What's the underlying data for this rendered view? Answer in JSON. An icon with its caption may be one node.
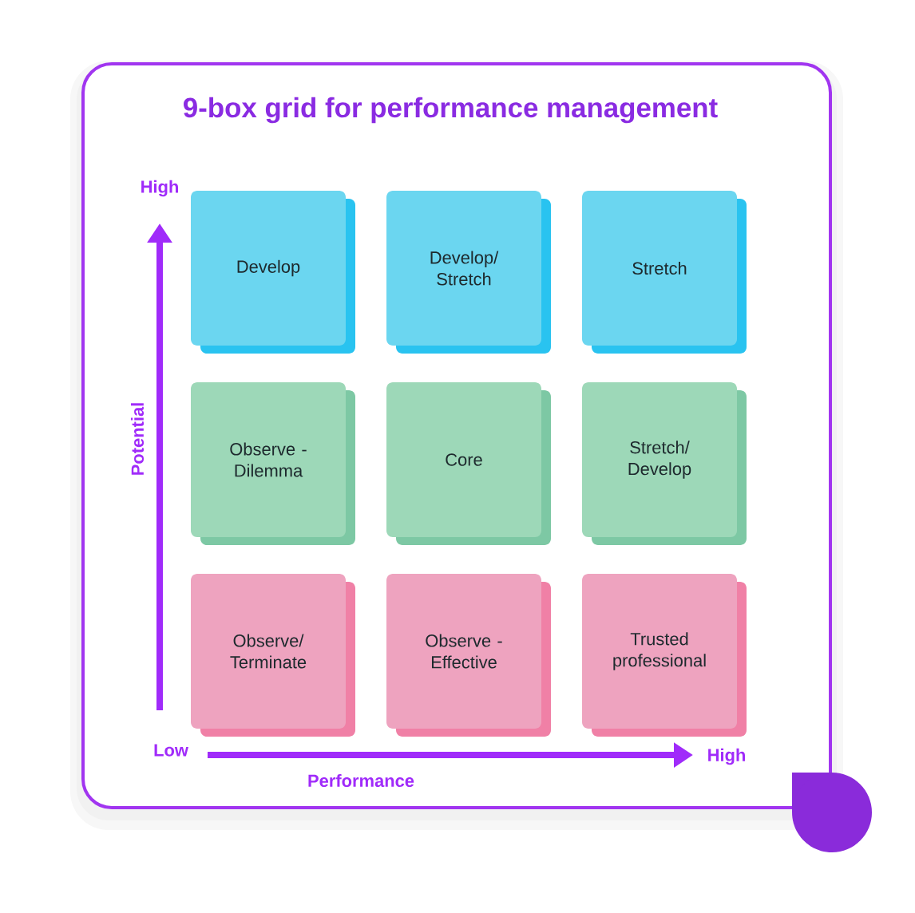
{
  "diagram": {
    "title": "9-box grid for performance management",
    "nodes": [
      {
        "text": [
          "Develop"
        ]
      },
      {
        "text": [
          "Develop/ Stretch"
        ]
      },
      {
        "text": [
          "Stretch"
        ]
      },
      {
        "text": [
          "Observe - Dilemma"
        ]
      },
      {
        "text": [
          "Core"
        ]
      },
      {
        "text": [
          "Stretch/ Develop"
        ]
      },
      {
        "text": [
          "Observe/ Terminate"
        ]
      },
      {
        "text": [
          "Observe - Effective"
        ]
      },
      {
        "text": [
          "Trusted professional"
        ]
      }
    ],
    "labels": [
      "High",
      "Potential",
      "Low",
      "High",
      "Performance"
    ]
  }
}
